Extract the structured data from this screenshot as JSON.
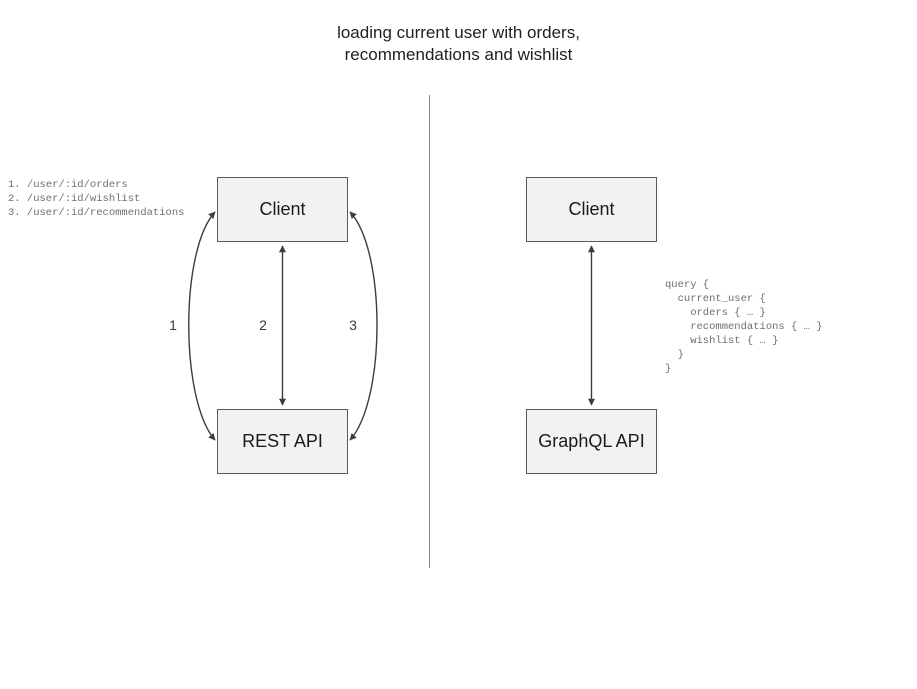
{
  "diagram": {
    "title": "loading current user with orders,\nrecommendations and wishlist",
    "divider_name": "vertical-divider"
  },
  "rest_side": {
    "client_label": "Client",
    "api_label": "REST API",
    "endpoints": "1. /user/:id/orders\n2. /user/:id/wishlist\n3. /user/:id/recommendations",
    "edge_labels": [
      "1",
      "2",
      "3"
    ]
  },
  "graphql_side": {
    "client_label": "Client",
    "api_label": "GraphQL API",
    "query": "query {\n  current_user {\n    orders { … }\n    recommendations { … }\n    wishlist { … }\n  }\n}"
  },
  "colors": {
    "node_fill": "#f2f2f2",
    "node_border": "#5a5a5a",
    "edge_stroke": "#3d3d3d",
    "divider": "#8a8a8a",
    "code_text": "#6e6e6e",
    "title_text": "#1f1f1f",
    "background": "#ffffff"
  }
}
